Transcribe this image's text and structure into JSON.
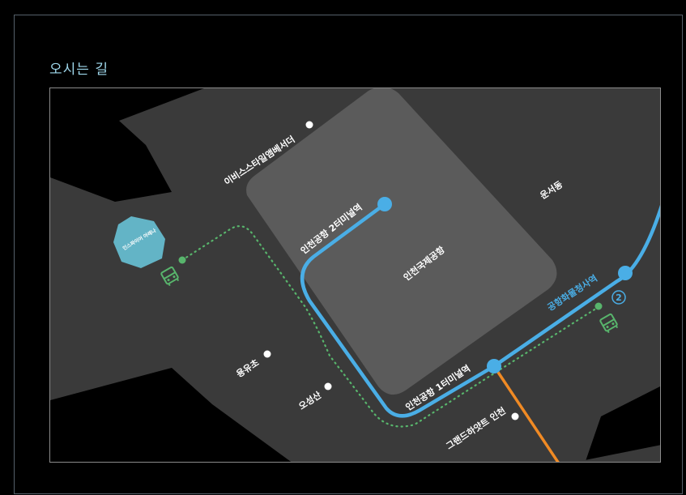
{
  "page": {
    "title": "오시는 길"
  },
  "map": {
    "labels": {
      "ibis": "이비스스타일앰베서더",
      "unseo": "운서동",
      "terminal2": "인천공항 2터미널역",
      "airport": "인천국제공항",
      "cargo": "공항화물청사역",
      "yongyu": "용유초",
      "terminal1": "인천공항 1터미널역",
      "osungsan": "오성산",
      "grandhyatt": "그랜드하얏트 인천",
      "destination": "인스파이어 아레나",
      "bus_stop_number": "2"
    },
    "colors": {
      "background": "#000000",
      "land": "#3a3a3a",
      "airport_area": "#5b5b5b",
      "rail_blue": "#4aaee6",
      "rail_orange": "#f08a24",
      "bus_green": "#58b56c",
      "destination": "#63b4c6",
      "title": "#9fd8ec"
    },
    "icons": [
      "bus-icon",
      "bus-icon",
      "poi-dot",
      "station-marker",
      "destination-marker"
    ]
  }
}
